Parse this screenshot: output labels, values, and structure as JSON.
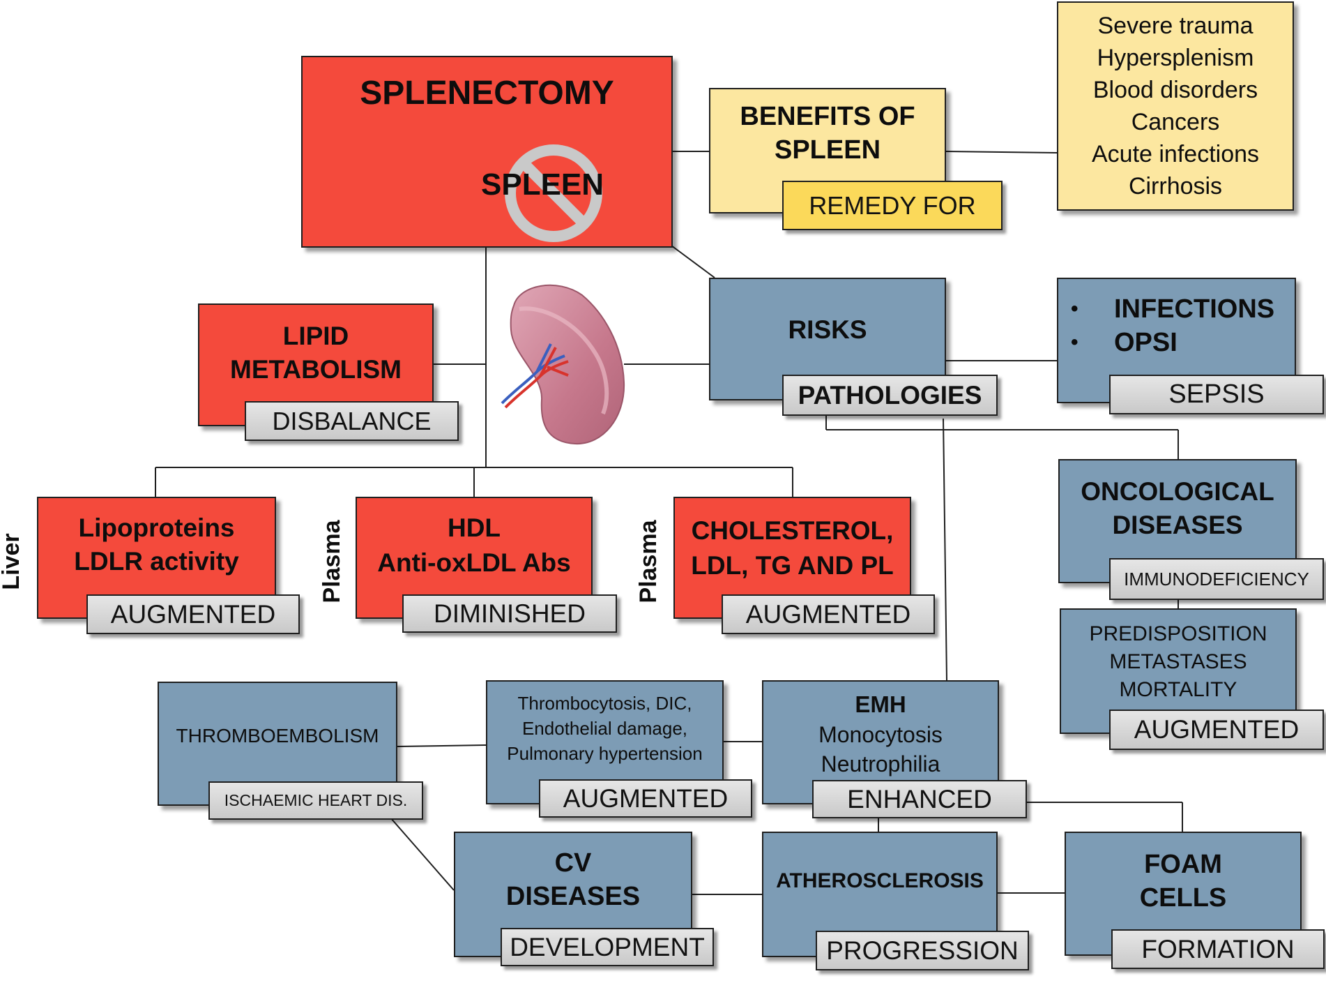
{
  "top": {
    "title": "SPLENECTOMY",
    "spleen_label": "SPLEEN"
  },
  "benefits": {
    "title_line1": "BENEFITS OF",
    "title_line2": "SPLEEN",
    "tag": "REMEDY FOR"
  },
  "remedy_list": [
    "Severe trauma",
    "Hypersplenism",
    "Blood disorders",
    "Cancers",
    "Acute infections",
    "Cirrhosis"
  ],
  "risks": {
    "title": "RISKS",
    "tag": "PATHOLOGIES"
  },
  "infections": {
    "items": [
      "INFECTIONS",
      "OPSI"
    ],
    "tag": "SEPSIS"
  },
  "lipid": {
    "line1": "LIPID",
    "line2": "METABOLISM",
    "tag": "DISBALANCE"
  },
  "liver_box": {
    "side_label": "Liver",
    "line1": "Lipoproteins",
    "line2": "LDLR activity",
    "tag": "AUGMENTED"
  },
  "hdl_box": {
    "side_label": "Plasma",
    "line1": "HDL",
    "line2": "Anti-oxLDL Abs",
    "tag": "DIMINISHED"
  },
  "chol_box": {
    "side_label": "Plasma",
    "line1": "CHOLESTEROL,",
    "line2": "LDL, TG AND PL",
    "tag": "AUGMENTED"
  },
  "oncology": {
    "line1": "ONCOLOGICAL",
    "line2": "DISEASES",
    "tag": "IMMUNODEFICIENCY"
  },
  "predisposition": {
    "lines": [
      "PREDISPOSITION",
      "METASTASES",
      "MORTALITY"
    ],
    "tag": "AUGMENTED"
  },
  "thrombo": {
    "title": "THROMBOEMBOLISM",
    "tag": "ISCHAEMIC HEART DIS."
  },
  "thrombocytosis": {
    "lines": [
      "Thrombocytosis, DIC,",
      "Endothelial damage,",
      "Pulmonary hypertension"
    ],
    "tag": "AUGMENTED"
  },
  "emh": {
    "title": "EMH",
    "lines": [
      "Monocytosis",
      "Neutrophilia"
    ],
    "tag": "ENHANCED"
  },
  "cv": {
    "line1": "CV",
    "line2": "DISEASES",
    "tag": "DEVELOPMENT"
  },
  "athero": {
    "title": "ATHEROSCLEROSIS",
    "tag": "PROGRESSION"
  },
  "foam": {
    "line1": "FOAM",
    "line2": "CELLS",
    "tag": "FORMATION"
  },
  "icons": {
    "spleen": "spleen-organ-icon",
    "prohibition": "no-sign-icon",
    "bullet": "bullet-icon"
  },
  "colors": {
    "red": "#f44a3c",
    "blue": "#7d9cb5",
    "yellow": "#fce7a0",
    "gold": "#fbd95a",
    "gray": "#d6d6d6"
  }
}
